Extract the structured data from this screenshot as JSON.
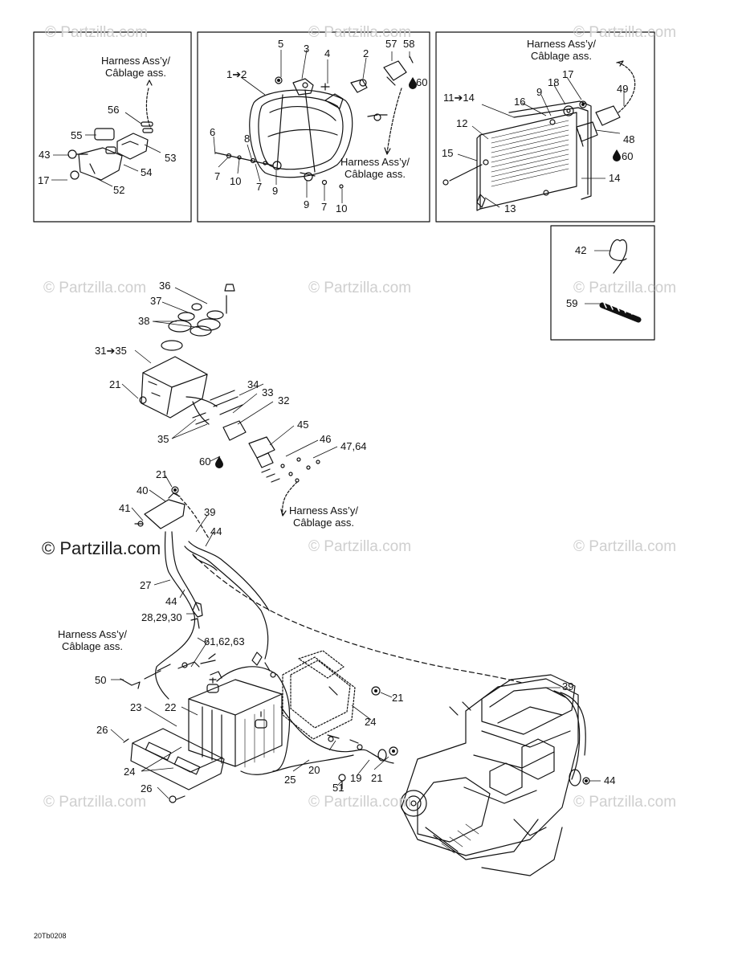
{
  "watermark": "© Partzilla.com",
  "watermark_main": "© Partzilla.com",
  "diagram_code": "20Tb0208",
  "harness_note": {
    "line1": "Harness Ass’y/",
    "line2": "Câblage ass."
  },
  "callouts": {
    "c56": "56",
    "c55": "55",
    "c53": "53",
    "c43": "43",
    "c54": "54",
    "c17a": "17",
    "c52": "52",
    "c5": "5",
    "c3": "3",
    "c4": "4",
    "c2": "2",
    "c57": "57",
    "c58": "58",
    "c60a": "60",
    "c1to2": "1➔2",
    "c6": "6",
    "c8": "8",
    "c7a": "7",
    "c10a": "10",
    "c7b": "7",
    "c9a": "9",
    "c9b": "9",
    "c7c": "7",
    "c10b": "10",
    "c49": "49",
    "c17b": "17",
    "c18": "18",
    "c9c": "9",
    "c16": "16",
    "c11to14": "11➔14",
    "c12": "12",
    "c48": "48",
    "c60b": "60",
    "c15": "15",
    "c14": "14",
    "c13": "13",
    "c42": "42",
    "c59": "59",
    "c36": "36",
    "c37": "37",
    "c38": "38",
    "c31to35": "31➔35",
    "c21a": "21",
    "c34": "34",
    "c33": "33",
    "c32": "32",
    "c45": "45",
    "c35": "35",
    "c46": "46",
    "c47_64": "47,64",
    "c60c": "60",
    "c21b": "21",
    "c40": "40",
    "c41": "41",
    "c39a": "39",
    "c44a": "44",
    "c27": "27",
    "c44b": "44",
    "c28_29_30": "28,29,30",
    "c61_62_63": "61,62,63",
    "c50": "50",
    "c23": "23",
    "c22": "22",
    "c26a": "26",
    "c24a": "24",
    "c24b": "24",
    "c26b": "26",
    "c21c": "21",
    "c20": "20",
    "c25": "25",
    "c19": "19",
    "c21d": "21",
    "c51": "51",
    "c39b": "39",
    "c44c": "44"
  }
}
